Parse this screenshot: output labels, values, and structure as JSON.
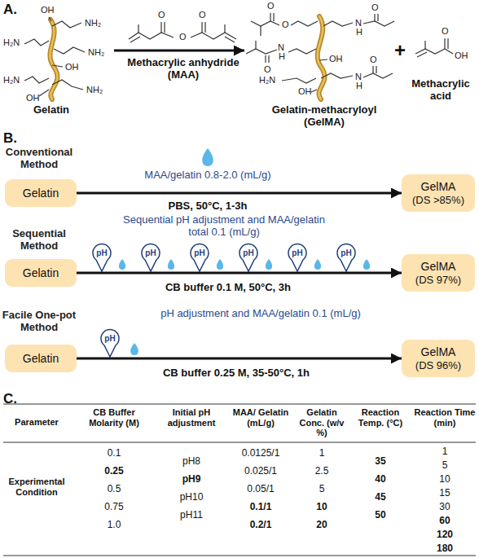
{
  "diagram": {
    "nodes": [
      {
        "text": [
          "Gelatin"
        ]
      },
      {
        "text": [
          "GelMA",
          "(DS >85%)"
        ]
      },
      {
        "text": [
          "Gelatin"
        ]
      },
      {
        "text": [
          "GelMA",
          "(DS 97%)"
        ]
      },
      {
        "text": [
          "Gelatin"
        ]
      },
      {
        "text": [
          "GelMA",
          "(DS 96%)"
        ]
      }
    ],
    "edges": [
      {
        "from": 0,
        "to": 1,
        "arrow": "to"
      },
      {
        "from": 2,
        "to": 3,
        "arrow": "to"
      },
      {
        "from": 4,
        "to": 5,
        "arrow": "to"
      }
    ],
    "labels": [
      "A.",
      "OH",
      "NH₂",
      "H₂N",
      "NH₂",
      "OH",
      "H₂N",
      "OH",
      "NH₂",
      "Gelatin",
      "O",
      "O",
      "O",
      "Methacrylic anhydride (MAA)",
      "O",
      "O",
      "N",
      "H",
      "O",
      "N",
      "H",
      "O",
      "OH",
      "H₂N",
      "OH",
      "N",
      "H",
      "O",
      "Gelatin-methacryloyl (GelMA)",
      "+",
      "O",
      "OH",
      "Methacrylic acid",
      "B.",
      "Conventional Method",
      "MAA/gelatin 0.8-2.0 (mL/g)",
      "PBS, 50°C, 1-3h",
      "Sequential Method",
      "Sequential pH adjustment and MAA/gelatin total 0.1 (mL/g)",
      "pH",
      "pH",
      "pH",
      "pH",
      "pH",
      "pH",
      "CB buffer 0.1 M, 50°C, 3h",
      "Facile One-pot Method",
      "pH adjustment and MAA/gelatin 0.1 (mL/g)",
      "pH",
      "CB buffer 0.25 M, 35-50°C, 1h",
      "C.",
      "Parameter",
      "CB Buffer Molarity (M)",
      "Initial pH adjustment",
      "MAA/ Gelatin (mL/g)",
      "Gelatin Conc. (w/v %)",
      "Reaction Temp. (°C)",
      "Reaction Time (min)",
      "Experimental Condition",
      "0.1",
      "0.25",
      "0.5",
      "0.75",
      "1.0",
      "pH8",
      "pH9",
      "pH10",
      "pH11",
      "0.0125/1",
      "0.025/1",
      "0.05/1",
      "0.1/1",
      "0.2/1",
      "1",
      "2.5",
      "5",
      "10",
      "20",
      "35",
      "40",
      "45",
      "50",
      "1",
      "5",
      "10",
      "15",
      "30",
      "60",
      "120",
      "180"
    ]
  }
}
